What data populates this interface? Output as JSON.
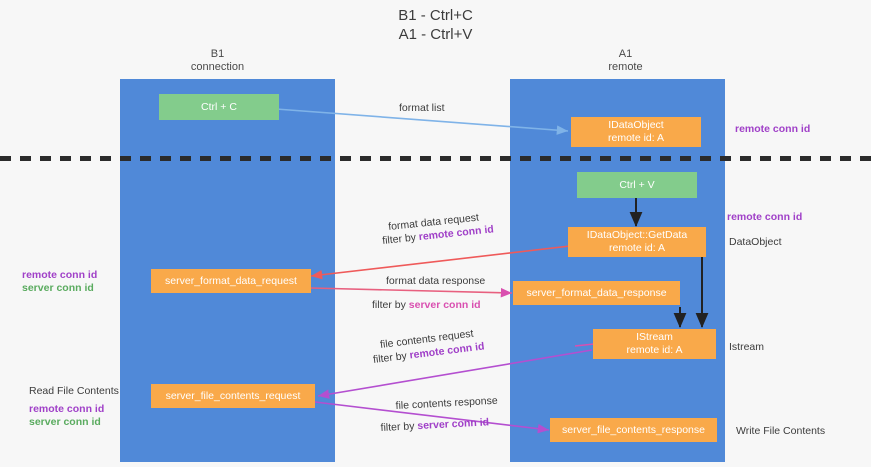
{
  "title": {
    "line1": "B1 - Ctrl+C",
    "line2": "A1 - Ctrl+V"
  },
  "columns": [
    {
      "name": "B1",
      "sub": "connection"
    },
    {
      "name": "A1",
      "sub": "remote"
    }
  ],
  "nodes": {
    "ctrl_c": {
      "l1": "Ctrl + C",
      "l2": ""
    },
    "idataobject": {
      "l1": "IDataObject",
      "l2": "remote id: A"
    },
    "ctrl_v": {
      "l1": "Ctrl + V",
      "l2": ""
    },
    "getdata": {
      "l1": "IDataObject::GetData",
      "l2": "remote id: A"
    },
    "server_format_data_request": {
      "l1": "server_format_data_request",
      "l2": ""
    },
    "server_format_data_response": {
      "l1": "server_format_data_response",
      "l2": ""
    },
    "istream": {
      "l1": "IStream",
      "l2": "remote id: A"
    },
    "server_file_contents_request": {
      "l1": "server_file_contents_request",
      "l2": ""
    },
    "server_file_contents_response": {
      "l1": "server_file_contents_response",
      "l2": ""
    }
  },
  "edge_labels": {
    "format_list": "format list",
    "format_data_request": "format data request",
    "format_data_request_filter_prefix": "filter by ",
    "format_data_request_filter_key": "remote conn id",
    "format_data_response": "format data response",
    "format_data_response_filter_prefix": "filter by ",
    "format_data_response_filter_key": "server conn id",
    "file_contents_request": "file contents request",
    "file_contents_request_filter_prefix": "filter by ",
    "file_contents_request_filter_key": "remote conn id",
    "file_contents_response": "file contents response",
    "file_contents_response_filter_prefix": "filter by ",
    "file_contents_response_filter_key": "server conn id"
  },
  "side_labels": {
    "right_remote_conn_id_top": "remote conn id",
    "right_remote_conn_id_mid": "remote conn id",
    "right_dataobject": "DataObject",
    "right_istream": "Istream",
    "right_write_file_contents": "Write File Contents",
    "left_remote_conn_id_mid": "remote conn id",
    "left_server_conn_id_mid": "server conn id",
    "left_read_file_contents": "Read File Contents",
    "left_remote_conn_id_bottom": "remote conn id",
    "left_server_conn_id_bottom": "server conn id"
  },
  "colors": {
    "lane": "#5089d8",
    "green_node": "#83cc8c",
    "orange_node": "#f9a94a",
    "purple_text": "#a040c8",
    "green_text": "#5aab5f",
    "pink_text": "#d94fb0",
    "arrow_blue": "#7fb3e8",
    "arrow_red": "#ef5a5a",
    "arrow_pink": "#e05aa8",
    "arrow_purple": "#b44fd0",
    "arrow_black": "#222222",
    "separator": "#2b2b2b",
    "background": "#f7f7f7"
  }
}
